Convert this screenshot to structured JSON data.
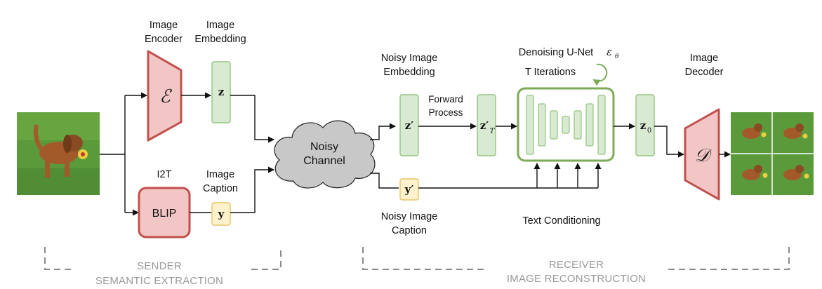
{
  "sender": {
    "image_encoder": {
      "title_line1": "Image",
      "title_line2": "Encoder",
      "symbol": "ℰ"
    },
    "image_embedding": {
      "title_line1": "Image",
      "title_line2": "Embedding",
      "symbol": "z"
    },
    "i2t": {
      "title": "I2T",
      "model": "BLIP"
    },
    "image_caption": {
      "title_line1": "Image",
      "title_line2": "Caption",
      "symbol": "y"
    },
    "section_line1": "SENDER",
    "section_line2": "SEMANTIC EXTRACTION"
  },
  "channel": {
    "line1": "Noisy",
    "line2": "Channel"
  },
  "receiver": {
    "noisy_image_embedding": {
      "title_line1": "Noisy Image",
      "title_line2": "Embedding",
      "symbol": "z′"
    },
    "forward_process": {
      "line1": "Forward",
      "line2": "Process"
    },
    "zT": {
      "symbol": "z′",
      "subscript": "T"
    },
    "unet": {
      "title": "Denoising U-Net",
      "epsilon": "ε",
      "theta": "θ",
      "iterations": "T Iterations"
    },
    "z0": {
      "symbol": "z",
      "subscript": "0"
    },
    "image_decoder": {
      "title_line1": "Image",
      "title_line2": "Decoder",
      "symbol": "𝒟"
    },
    "noisy_caption": {
      "title_line1": "Noisy Image",
      "title_line2": "Caption",
      "symbol": "y′"
    },
    "text_conditioning": "Text Conditioning",
    "section_line1": "RECEIVER",
    "section_line2": "IMAGE RECONSTRUCTION"
  },
  "colors": {
    "encoder_fill": "#f3c6c6",
    "encoder_stroke": "#c0504d",
    "embedding_fill": "#d9ead3",
    "embedding_stroke": "#93c47d",
    "caption_fill": "#fff2cc",
    "caption_stroke": "#e6c66a",
    "unet_stroke": "#7daa57",
    "cloud_fill": "#c8c8c8",
    "section_text": "#9a9a9a",
    "grass": "#5b9a3a",
    "dog": "#a35a2a"
  }
}
